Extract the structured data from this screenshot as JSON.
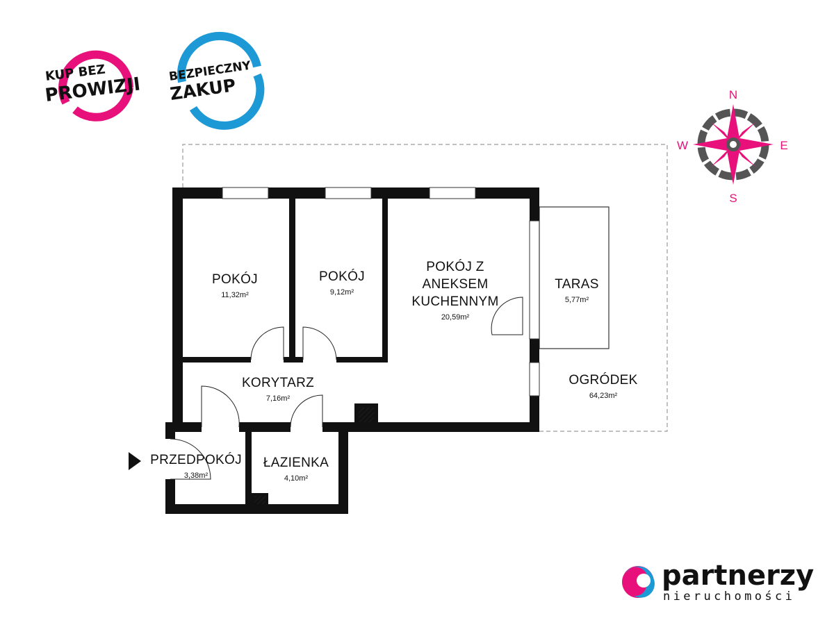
{
  "badges": {
    "commission": {
      "line1": "KUP BEZ",
      "line2": "PROWIZJI",
      "ring_color": "#e8107a"
    },
    "safe": {
      "line1": "BEZPIECZNY",
      "line2": "ZAKUP",
      "ring_color": "#1d9ad6"
    }
  },
  "compass": {
    "n": "N",
    "e": "E",
    "s": "S",
    "w": "W",
    "color": "#e8107a",
    "ring_color": "#555555"
  },
  "rooms": [
    {
      "label_lines": [
        "POKÓJ"
      ],
      "area": "11,32m²"
    },
    {
      "label_lines": [
        "POKÓJ"
      ],
      "area": "9,12m²"
    },
    {
      "label_lines": [
        "POKÓJ Z",
        "ANEKSEM",
        "KUCHENNYM"
      ],
      "area": "20,59m²"
    },
    {
      "label_lines": [
        "TARAS"
      ],
      "area": "5,77m²"
    },
    {
      "label_lines": [
        "OGRÓDEK"
      ],
      "area": "64,23m²"
    },
    {
      "label_lines": [
        "KORYTARZ"
      ],
      "area": "7,16m²"
    },
    {
      "label_lines": [
        "PRZEDPOKÓJ"
      ],
      "area": "3,38m²"
    },
    {
      "label_lines": [
        "ŁAZIENKA"
      ],
      "area": "4,10m²"
    }
  ],
  "brand": {
    "name": "partnerzy",
    "sub": "nieruchomości"
  }
}
